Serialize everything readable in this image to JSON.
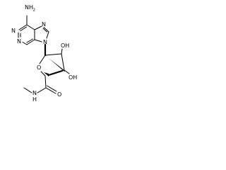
{
  "molecule": {
    "atom_labels": {
      "amine_n": "N",
      "amine_h": "H",
      "amine_h_count": "2",
      "n7": "N",
      "n1": "N",
      "n3": "N",
      "n9": "N",
      "ring_o": "O",
      "oh_3": "OH",
      "oh_2": "OH",
      "carbonyl_o": "O",
      "amide_nh": "N",
      "amide_h": "H"
    },
    "colors": {
      "ink": "#000000",
      "background": "#ffffff"
    }
  }
}
